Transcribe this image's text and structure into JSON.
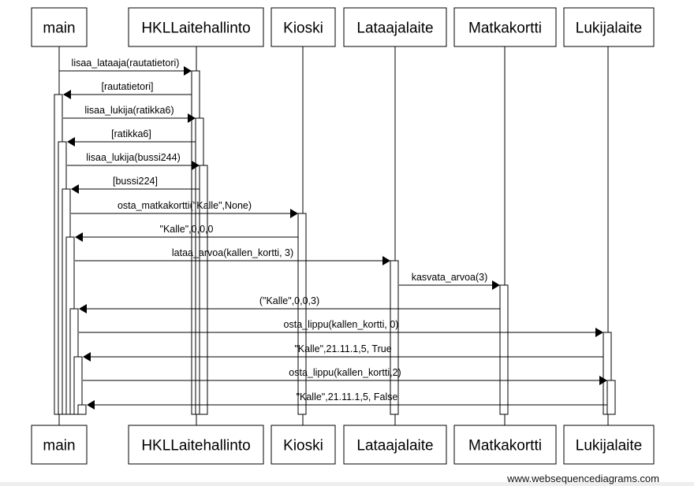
{
  "participants": [
    "main",
    "HKLLaitehallinto",
    "Kioski",
    "Lataajalaite",
    "Matkakortti",
    "Lukijalaite"
  ],
  "messages": [
    {
      "from": "main",
      "to": "HKLLaitehallinto",
      "label": "lisaa_lataaja(rautatietori)",
      "kind": "call"
    },
    {
      "from": "HKLLaitehallinto",
      "to": "main",
      "label": "[rautatietori]",
      "kind": "return"
    },
    {
      "from": "main",
      "to": "HKLLaitehallinto",
      "label": "lisaa_lukija(ratikka6)",
      "kind": "call"
    },
    {
      "from": "HKLLaitehallinto",
      "to": "main",
      "label": "[ratikka6]",
      "kind": "return"
    },
    {
      "from": "main",
      "to": "HKLLaitehallinto",
      "label": "lisaa_lukija(bussi244)",
      "kind": "call"
    },
    {
      "from": "HKLLaitehallinto",
      "to": "main",
      "label": "[bussi224]",
      "kind": "return"
    },
    {
      "from": "main",
      "to": "Kioski",
      "label": "osta_matkakortti(\"Kalle\",None)",
      "kind": "call"
    },
    {
      "from": "Kioski",
      "to": "main",
      "label": "\"Kalle\",0,0,0",
      "kind": "return"
    },
    {
      "from": "main",
      "to": "Lataajalaite",
      "label": "lataa_arvoa(kallen_kortti, 3)",
      "kind": "call"
    },
    {
      "from": "Lataajalaite",
      "to": "Matkakortti",
      "label": "kasvata_arvoa(3)",
      "kind": "call"
    },
    {
      "from": "Matkakortti",
      "to": "main",
      "label": "(\"Kalle\",0,0,3)",
      "kind": "return"
    },
    {
      "from": "main",
      "to": "Lukijalaite",
      "label": "osta_lippu(kallen_kortti, 0)",
      "kind": "call"
    },
    {
      "from": "Lukijalaite",
      "to": "main",
      "label": "\"Kalle\",21.11.1,5, True",
      "kind": "return"
    },
    {
      "from": "main",
      "to": "Lukijalaite",
      "label": "osta_lippu(kallen_kortti,2)",
      "kind": "call"
    },
    {
      "from": "Lukijalaite",
      "to": "main",
      "label": "\"Kalle\",21.11.1,5, False",
      "kind": "return"
    }
  ],
  "watermark": "www.websequencediagrams.com"
}
